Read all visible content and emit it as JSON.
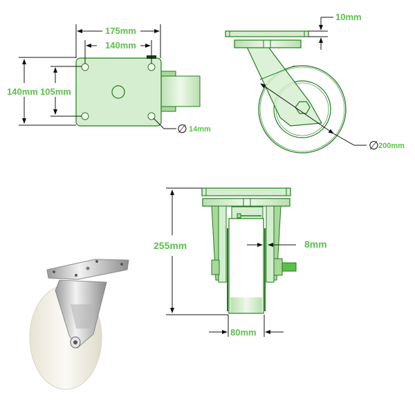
{
  "colors": {
    "line": "#1f7a1a",
    "fill": "#d6eed0",
    "fill_dark": "#a8d89a",
    "dim_text": "#5cbf4a",
    "dim_line": "#111111",
    "wheel_white": "#f3f1e8",
    "steel": "#c9c9c9"
  },
  "top_view": {
    "plate_width": "175mm",
    "hole_spacing_x": "140mm",
    "plate_length": "140mm",
    "hole_spacing_y": "105mm",
    "hole_diameter": "14mm"
  },
  "side_view": {
    "plate_thickness": "10mm",
    "wheel_diameter": "200mm"
  },
  "front_view": {
    "overall_height": "255mm",
    "fork_thickness": "8mm",
    "wheel_width": "80mm"
  },
  "photo": {
    "subject": "swivel-caster-photo"
  },
  "symbols": {
    "diameter": "∅"
  }
}
